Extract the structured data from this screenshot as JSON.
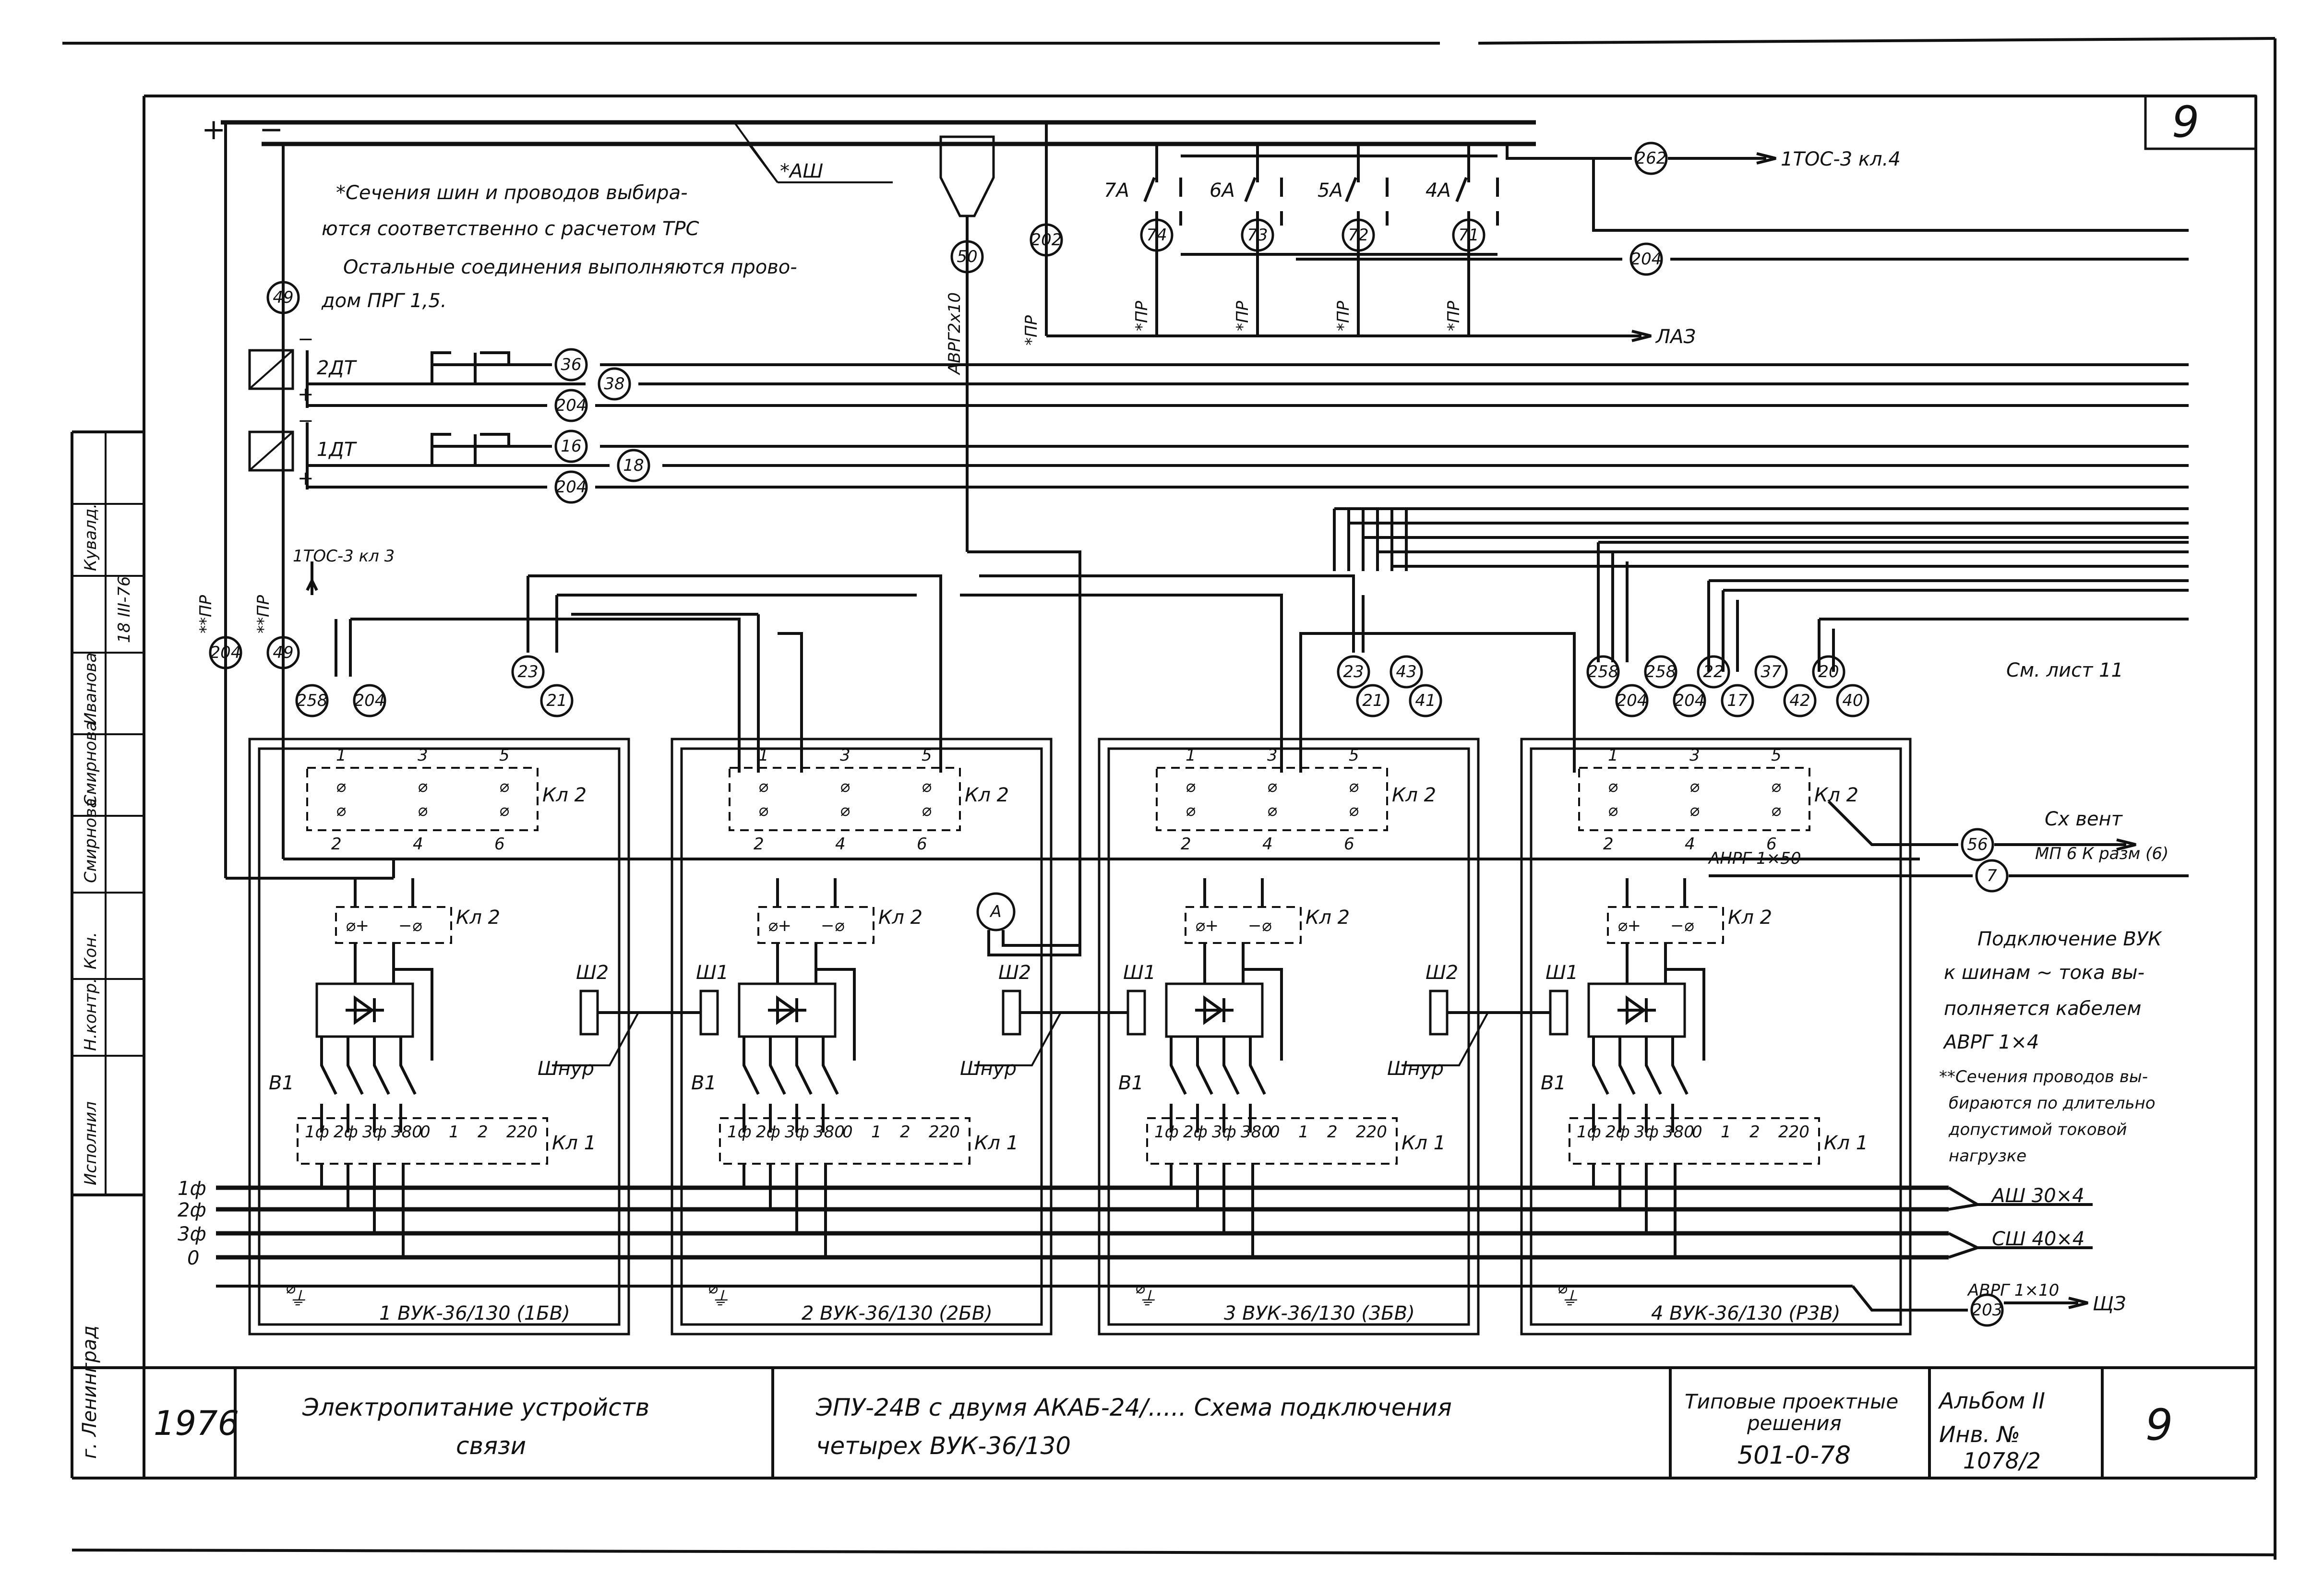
{
  "sheet_number": "9",
  "bus_plus": "+",
  "bus_minus": "−",
  "bus_label": "*АШ",
  "notes": [
    "*Сечения шин и проводов выбира-",
    "ются соответственно с расчетом ТРС",
    "Остальные соединения выполняются прово-",
    "дом ПРГ  1,5."
  ],
  "relays": [
    {
      "label": "2ДТ",
      "wires": [
        "36",
        "38",
        "204"
      ]
    },
    {
      "label": "1ДТ",
      "wires": [
        "16",
        "18",
        "204"
      ]
    }
  ],
  "fuses": [
    "7А",
    "6А",
    "5А",
    "4А"
  ],
  "fuse_wires": [
    "74",
    "73",
    "72",
    "71"
  ],
  "wire_pr": "*ПР",
  "wire_pr2": "**ПР",
  "top_wire_262": "262",
  "top_wire_204": "204",
  "top_dest_1": "1ТОС-3 кл.4",
  "top_dest_2": "ЛАЗ",
  "wire_202": "202",
  "wire_50": "50",
  "cable_avrg_2x10": "АВРГ2х10",
  "wire_49": "49",
  "left_dest": "1ТОС-3  кл 3",
  "see_sheet": "См. лист 11",
  "vent_dest_1": "Сх вент",
  "vent_dest_2": "МП 6 К разм (6)",
  "vent_wire": "56",
  "cable_anrg": "АНРГ 1×50",
  "anrg_wire": "7",
  "right_notes": [
    "Подключение ВУК",
    "к шинам ~ тока вы-",
    "полняется кабелем",
    "АВРГ 1×4",
    "**Сечения проводов вы-",
    "бираются по длительно",
    "допустимой токовой",
    "нагрузке"
  ],
  "phases": [
    "1ф",
    "2ф",
    "3ф",
    "0"
  ],
  "phase_cables": [
    "АШ 30×4",
    "СШ 40×4"
  ],
  "ground_cable": "АВРГ 1×10",
  "ground_wire": "203",
  "ground_dest": "ЩЗ",
  "units": [
    {
      "name": "1 ВУК-36/130 (1БВ)",
      "tops": [
        "258",
        "204",
        "23",
        "21"
      ]
    },
    {
      "name": "2 ВУК-36/130 (2БВ)",
      "tops": []
    },
    {
      "name": "3 ВУК-36/130 (3БВ)",
      "tops": [
        "23",
        "21",
        "43",
        "41"
      ]
    },
    {
      "name": "4 ВУК-36/130 (Р3В)",
      "tops": [
        "258",
        "204",
        "258",
        "204",
        "22",
        "17",
        "37",
        "42",
        "20",
        "40"
      ]
    }
  ],
  "unit_labels": {
    "kl2": "Кл 2",
    "kl1": "Кл 1",
    "b1": "В1",
    "sh1": "Ш1",
    "sh2": "Ш2",
    "cord": "Шнур",
    "ground": "⏚",
    "ammeter": "А",
    "terms_top": [
      "1",
      "3",
      "5"
    ],
    "terms_bot": [
      "2",
      "4",
      "6"
    ],
    "kl1_terms": [
      "1ф",
      "2ф",
      "3ф",
      "380",
      "0",
      "1",
      "2",
      "220"
    ]
  },
  "stamp": {
    "city": "г. Ленинград",
    "year": "1976",
    "title_1": "Электропитание    устройств",
    "title_2": "связи",
    "desc_1": "ЭПУ-24В  с двумя  АКАБ-24/.....     Схема подключения",
    "desc_2": "четырех  ВУК-36/130",
    "typical_1": "Типовые проектные",
    "typical_2": "решения",
    "typical_3": "501-0-78",
    "album": "Альбом II",
    "inv_label": "Инв. №",
    "inv": "1078/2",
    "sheet": "9"
  },
  "side_stamp": [
    "Исполнил",
    "Н.контр.",
    "Кон.",
    "Смирнова",
    "Смирнова",
    "Иванова",
    "Кувалд.",
    "18 III-76"
  ]
}
